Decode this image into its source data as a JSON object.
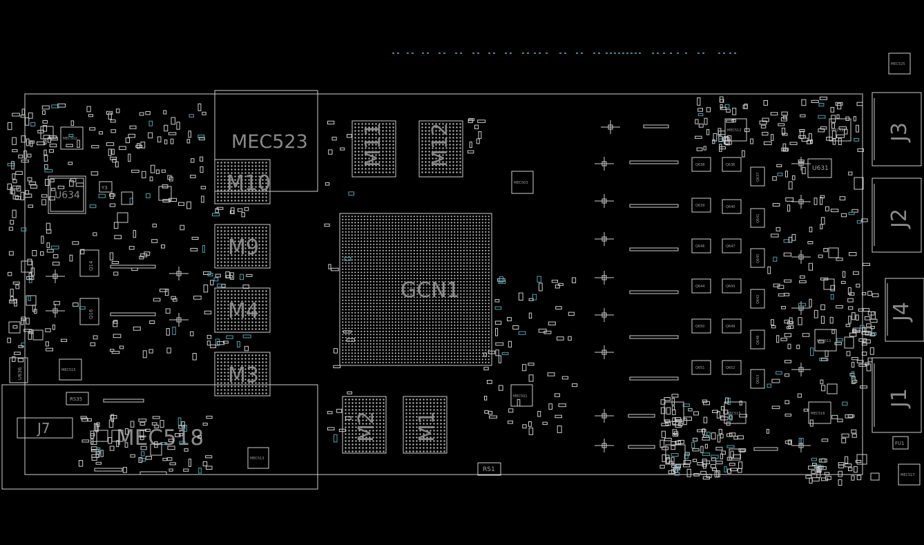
{
  "labels": {
    "gcn1": "GCN1",
    "m10": "M10",
    "m9": "M9",
    "m4": "M4",
    "m3": "M3",
    "m11": "M11",
    "m12": "M12",
    "m2": "M2",
    "m1": "M1",
    "mec523": "MEC523",
    "mec518": "MEC518",
    "j1": "J1",
    "j2": "J2",
    "j3": "J3",
    "j4": "J4",
    "j7": "J7",
    "u634": "U634",
    "u636": "U636",
    "u631": "U631",
    "y3": "Y3",
    "q14": "Q14",
    "q16": "Q16",
    "rs35": "RS35",
    "rs1": "RS1",
    "fu1": "FU1",
    "q638": "Q638",
    "q636": "Q636",
    "q637": "Q637",
    "q639": "Q639",
    "q640": "Q640",
    "q641": "Q641",
    "q646": "Q646",
    "q647": "Q647",
    "q645": "Q645",
    "q644": "Q644",
    "q643": "Q643",
    "q642": "Q642",
    "q650": "Q650",
    "q649": "Q649",
    "q648": "Q648",
    "q651": "Q651",
    "q652": "Q652",
    "q653": "Q653",
    "mec502": "MEC502",
    "mec515": "MEC515",
    "mec513": "MEC513",
    "mec512": "MEC512",
    "mec524": "MEC524",
    "mec511": "MEC511",
    "mec516": "MEC516",
    "mec517": "MEC517",
    "mec525": "MEC525",
    "mec503": "MEC503",
    "mec501": "MEC501",
    "mec515b": "MEC515"
  },
  "colors": {
    "background": "#000000",
    "outline": "#cfcfcf",
    "text": "#8a8a8a",
    "via": "#4aa6b5"
  }
}
